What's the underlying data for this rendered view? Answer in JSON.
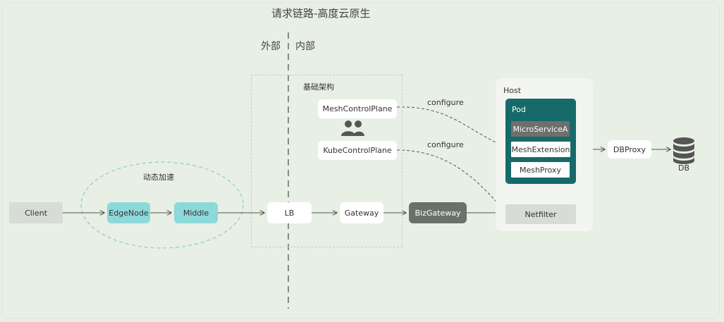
{
  "title": "请求链路-高度云原生",
  "zones": {
    "external": "外部",
    "internal": "内部"
  },
  "groups": {
    "dynamic_acceleration": "动态加速",
    "infrastructure": "基础架构",
    "host": "Host",
    "pod": "Pod"
  },
  "nodes": {
    "client": "Client",
    "edge_node": "EdgeNode",
    "middle": "Middle",
    "lb": "LB",
    "gateway": "Gateway",
    "biz_gateway": "BizGateway",
    "netfilter": "Netfilter",
    "mesh_control_plane": "MeshControlPlane",
    "kube_control_plane": "KubeControlPlane",
    "micro_service_a": "MicroServiceA",
    "mesh_extension": "MeshExtension",
    "mesh_proxy": "MeshProxy",
    "db_proxy": "DBProxy",
    "db": "DB"
  },
  "edges": {
    "configure_1": "configure",
    "configure_2": "configure"
  },
  "colors": {
    "background": "#e8efe5",
    "teal_node": "#8dd8d8",
    "pod": "#176a6a",
    "biz_gateway": "#68726a",
    "gray_node": "#d8dcd6"
  },
  "icons": {
    "users": "users-icon",
    "database": "database-icon"
  }
}
